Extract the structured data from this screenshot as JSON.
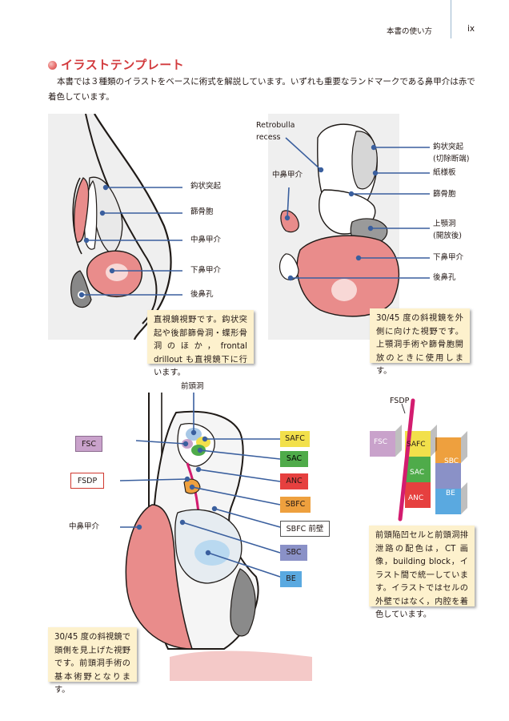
{
  "header": {
    "text": "本書の使い方",
    "page_number": "ix"
  },
  "section": {
    "title": "イラストテンプレート",
    "intro": "本書では３種類のイラストをベースに術式を解説しています。いずれも重要なランドマークである鼻甲介は赤で着色しています。"
  },
  "fig1": {
    "labels": {
      "uncinate": "鈎状突起",
      "ethmoid": "篩骨胞",
      "middle_turbinate": "中鼻甲介",
      "inferior_turbinate": "下鼻甲介",
      "choana": "後鼻孔"
    },
    "caption": "直視鏡視野です。鈎状突起や後部篩骨洞・蝶形骨洞のほか，frontal drillout も直視鏡下に行います。"
  },
  "fig2": {
    "labels": {
      "retrobulla_1": "Retrobulla",
      "retrobulla_2": "recess",
      "middle_turbinate": "中鼻甲介",
      "uncinate": "鈎状突起",
      "uncinate_sub": "(切除断端)",
      "lamina": "紙様板",
      "ethmoid": "篩骨胞",
      "maxillary": "上顎洞",
      "maxillary_sub": "(開放後)",
      "inferior_turbinate": "下鼻甲介",
      "choana": "後鼻孔"
    },
    "caption": "30/45 度の斜視鏡を外側に向けた視野です。上顎洞手術や篩骨胞開放のときに使用します。"
  },
  "fig3": {
    "labels": {
      "frontal_sinus": "前頭洞",
      "FSC": "FSC",
      "FSDP": "FSDP",
      "middle_turbinate": "中鼻甲介",
      "SAFC": "SAFC",
      "SAC": "SAC",
      "ANC": "ANC",
      "SBFC": "SBFC",
      "SBFC_front": "SBFC 前壁",
      "SBC": "SBC",
      "BE": "BE"
    },
    "caption": "30/45 度の斜視鏡で頭側を見上げた視野です。前頭洞手術の基本術野となります。"
  },
  "fig4": {
    "labels": {
      "FSDP": "FSDP",
      "FSC": "FSC",
      "SAFC": "SAFC",
      "SAC": "SAC",
      "ANC": "ANC",
      "SBFC": "SBFC",
      "SBC": "SBC",
      "BE": "BE"
    },
    "caption": "前頭陥凹セルと前頭洞排泄路の配色は，CT 画像，building block，イラスト間で統一しています。イラストではセルの外壁ではなく，内腔を着色しています。"
  },
  "colors": {
    "accent": "#d23a3d",
    "turbinate": "#e98c8b",
    "leader": "#3a5f9e",
    "caption_bg": "#fdf1cd",
    "FSC": "#c9a2cb",
    "SAFC": "#f2e04b",
    "SAC": "#4fab4a",
    "ANC": "#e6403f",
    "SBFC": "#eea03e",
    "SBC": "#8a91c7",
    "BE": "#5aa9e0",
    "FSDP": "#d31c6f"
  }
}
